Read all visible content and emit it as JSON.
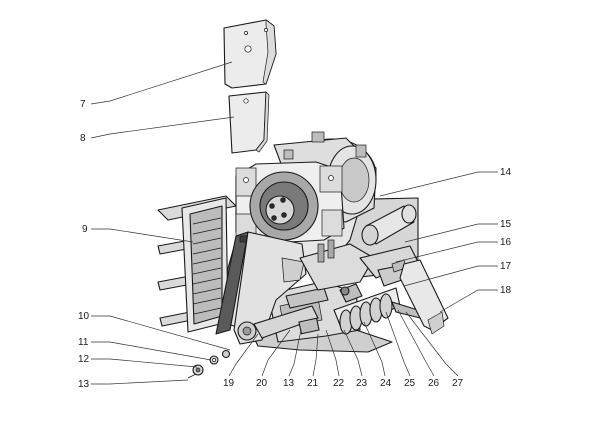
{
  "callouts": [
    {
      "id": "7",
      "text": "7"
    },
    {
      "id": "8",
      "text": "8"
    },
    {
      "id": "9",
      "text": "9"
    },
    {
      "id": "10",
      "text": "10"
    },
    {
      "id": "11",
      "text": "11"
    },
    {
      "id": "12",
      "text": "12"
    },
    {
      "id": "13a",
      "text": "13"
    },
    {
      "id": "14",
      "text": "14"
    },
    {
      "id": "15",
      "text": "15"
    },
    {
      "id": "16",
      "text": "16"
    },
    {
      "id": "17",
      "text": "17"
    },
    {
      "id": "18",
      "text": "18"
    },
    {
      "id": "19",
      "text": "19"
    },
    {
      "id": "20",
      "text": "20"
    },
    {
      "id": "13b",
      "text": "13"
    },
    {
      "id": "21",
      "text": "21"
    },
    {
      "id": "22",
      "text": "22"
    },
    {
      "id": "23",
      "text": "23"
    },
    {
      "id": "24",
      "text": "24"
    },
    {
      "id": "25",
      "text": "25"
    },
    {
      "id": "26",
      "text": "26"
    },
    {
      "id": "27",
      "text": "27"
    }
  ]
}
